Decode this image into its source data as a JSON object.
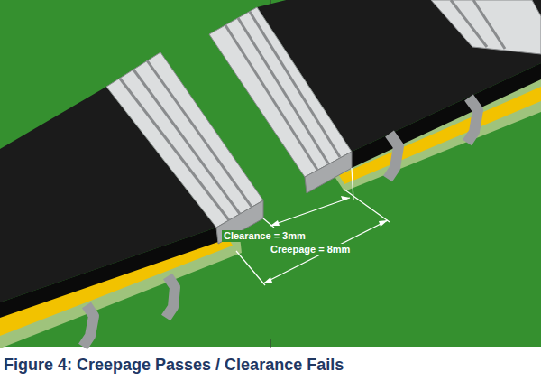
{
  "diagram": {
    "caption": "Figure 4: Creepage Passes / Clearance Fails",
    "labels": [
      "Clearance = 3mm",
      "Creepage = 8mm"
    ]
  }
}
